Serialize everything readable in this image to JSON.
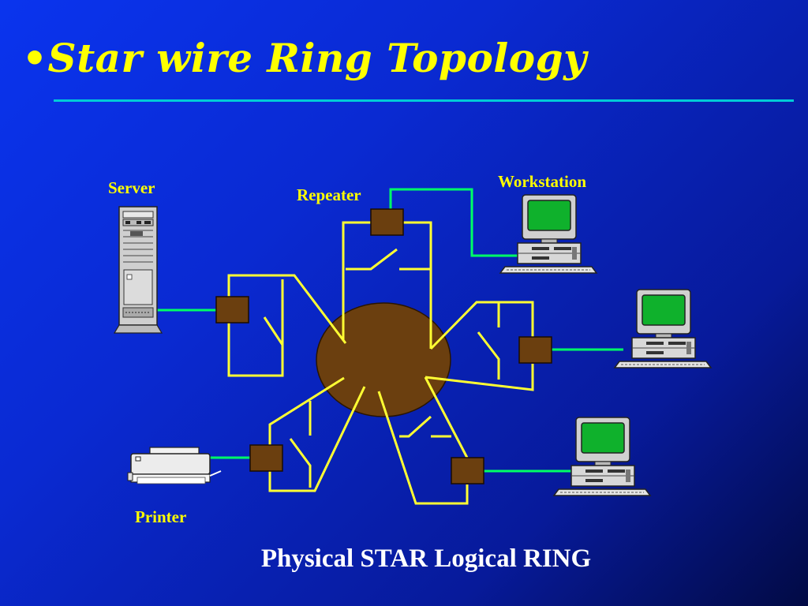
{
  "title": "•Star wire Ring Topology",
  "labels": {
    "server": "Server",
    "repeater": "Repeater",
    "workstation": "Workstation",
    "printer": "Printer"
  },
  "caption": "Physical STAR Logical RING",
  "colors": {
    "title_text": "#ffff00",
    "label_text": "#ffff00",
    "caption_text": "#ffffff",
    "rule": "#00ccd8",
    "ring_wire": "#ffff33",
    "link_wire": "#00ff66",
    "hub": "#6b3f0f",
    "repeater": "#6b3f0f",
    "screen": "#0fb12c"
  },
  "icons": {
    "server": "server-tower-icon",
    "workstation": "desktop-computer-icon",
    "printer": "printer-icon"
  }
}
